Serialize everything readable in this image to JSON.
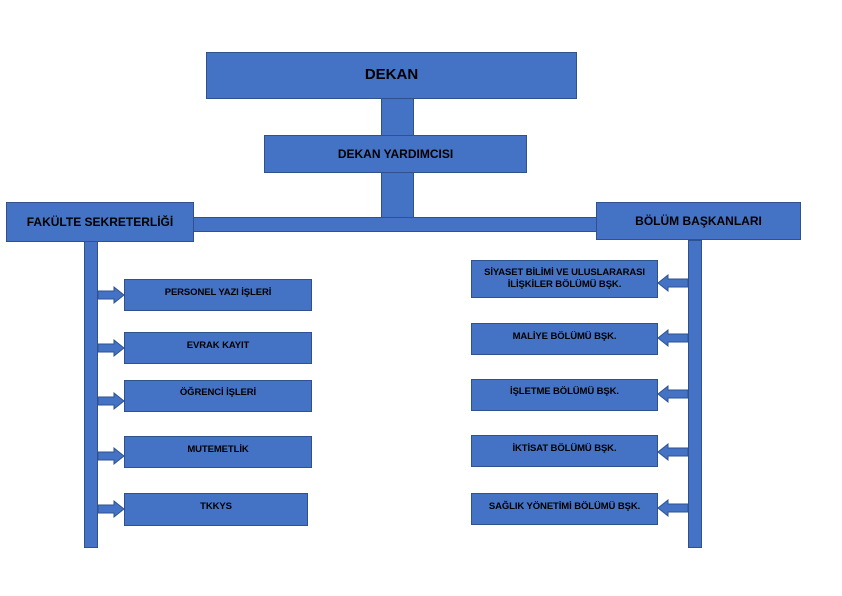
{
  "colors": {
    "box_fill": "#4472c4",
    "box_border": "#2f528f",
    "text": "#000000",
    "background": "#ffffff"
  },
  "top": {
    "dean": "DEKAN",
    "vice_dean": "DEKAN YARDIMCISI"
  },
  "left_branch": {
    "title": "FAKÜLTE SEKRETERLİĞİ",
    "items": [
      "PERSONEL YAZI İŞLERİ",
      "EVRAK KAYIT",
      "ÖĞRENCİ İŞLERİ",
      "MUTEMETLİK",
      "TKKYS"
    ]
  },
  "right_branch": {
    "title": "BÖLÜM BAŞKANLARI",
    "items": [
      {
        "line1": "SİYASET BİLİMİ VE ULUSLARARASI",
        "line2": "İLİŞKİLER BÖLÜMÜ BŞK."
      },
      {
        "line1": "MALİYE BÖLÜMÜ BŞK.",
        "line2": ""
      },
      {
        "line1": "İŞLETME BÖLÜMÜ BŞK.",
        "line2": ""
      },
      {
        "line1": "İKTİSAT BÖLÜMÜ BŞK.",
        "line2": ""
      },
      {
        "line1": "SAĞLIK YÖNETİMİ BÖLÜMÜ BŞK.",
        "line2": ""
      }
    ]
  }
}
